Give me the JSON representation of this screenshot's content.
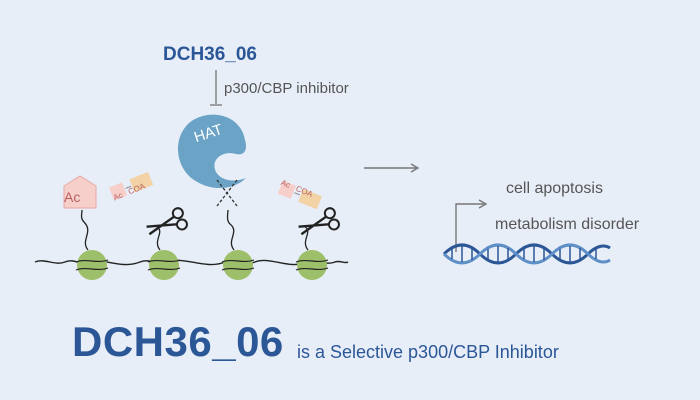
{
  "diagram": {
    "compound_label": "DCH36_06",
    "inhibitor_label": "p300/CBP inhibitor",
    "enzyme_label": "HAT",
    "acetyl_label": "Ac",
    "acetyl_coa_labels": [
      {
        "ac": "Ac",
        "coa": "COA"
      },
      {
        "ac": "Ac",
        "coa": "COA"
      }
    ],
    "outcomes": [
      "cell apoptosis",
      "metabolism disorder"
    ],
    "footer": {
      "compound": "DCH36_06",
      "description": "is a Selective p300/CBP Inhibitor"
    },
    "colors": {
      "background": "#e8eef8",
      "brand_blue": "#2b5797",
      "enzyme_blue": "#6aa3c6",
      "nucleosome_green": "#9dbf6a",
      "acetyl_pink": "#f6cfcb",
      "coa_orange": "#f3d2a6"
    }
  }
}
